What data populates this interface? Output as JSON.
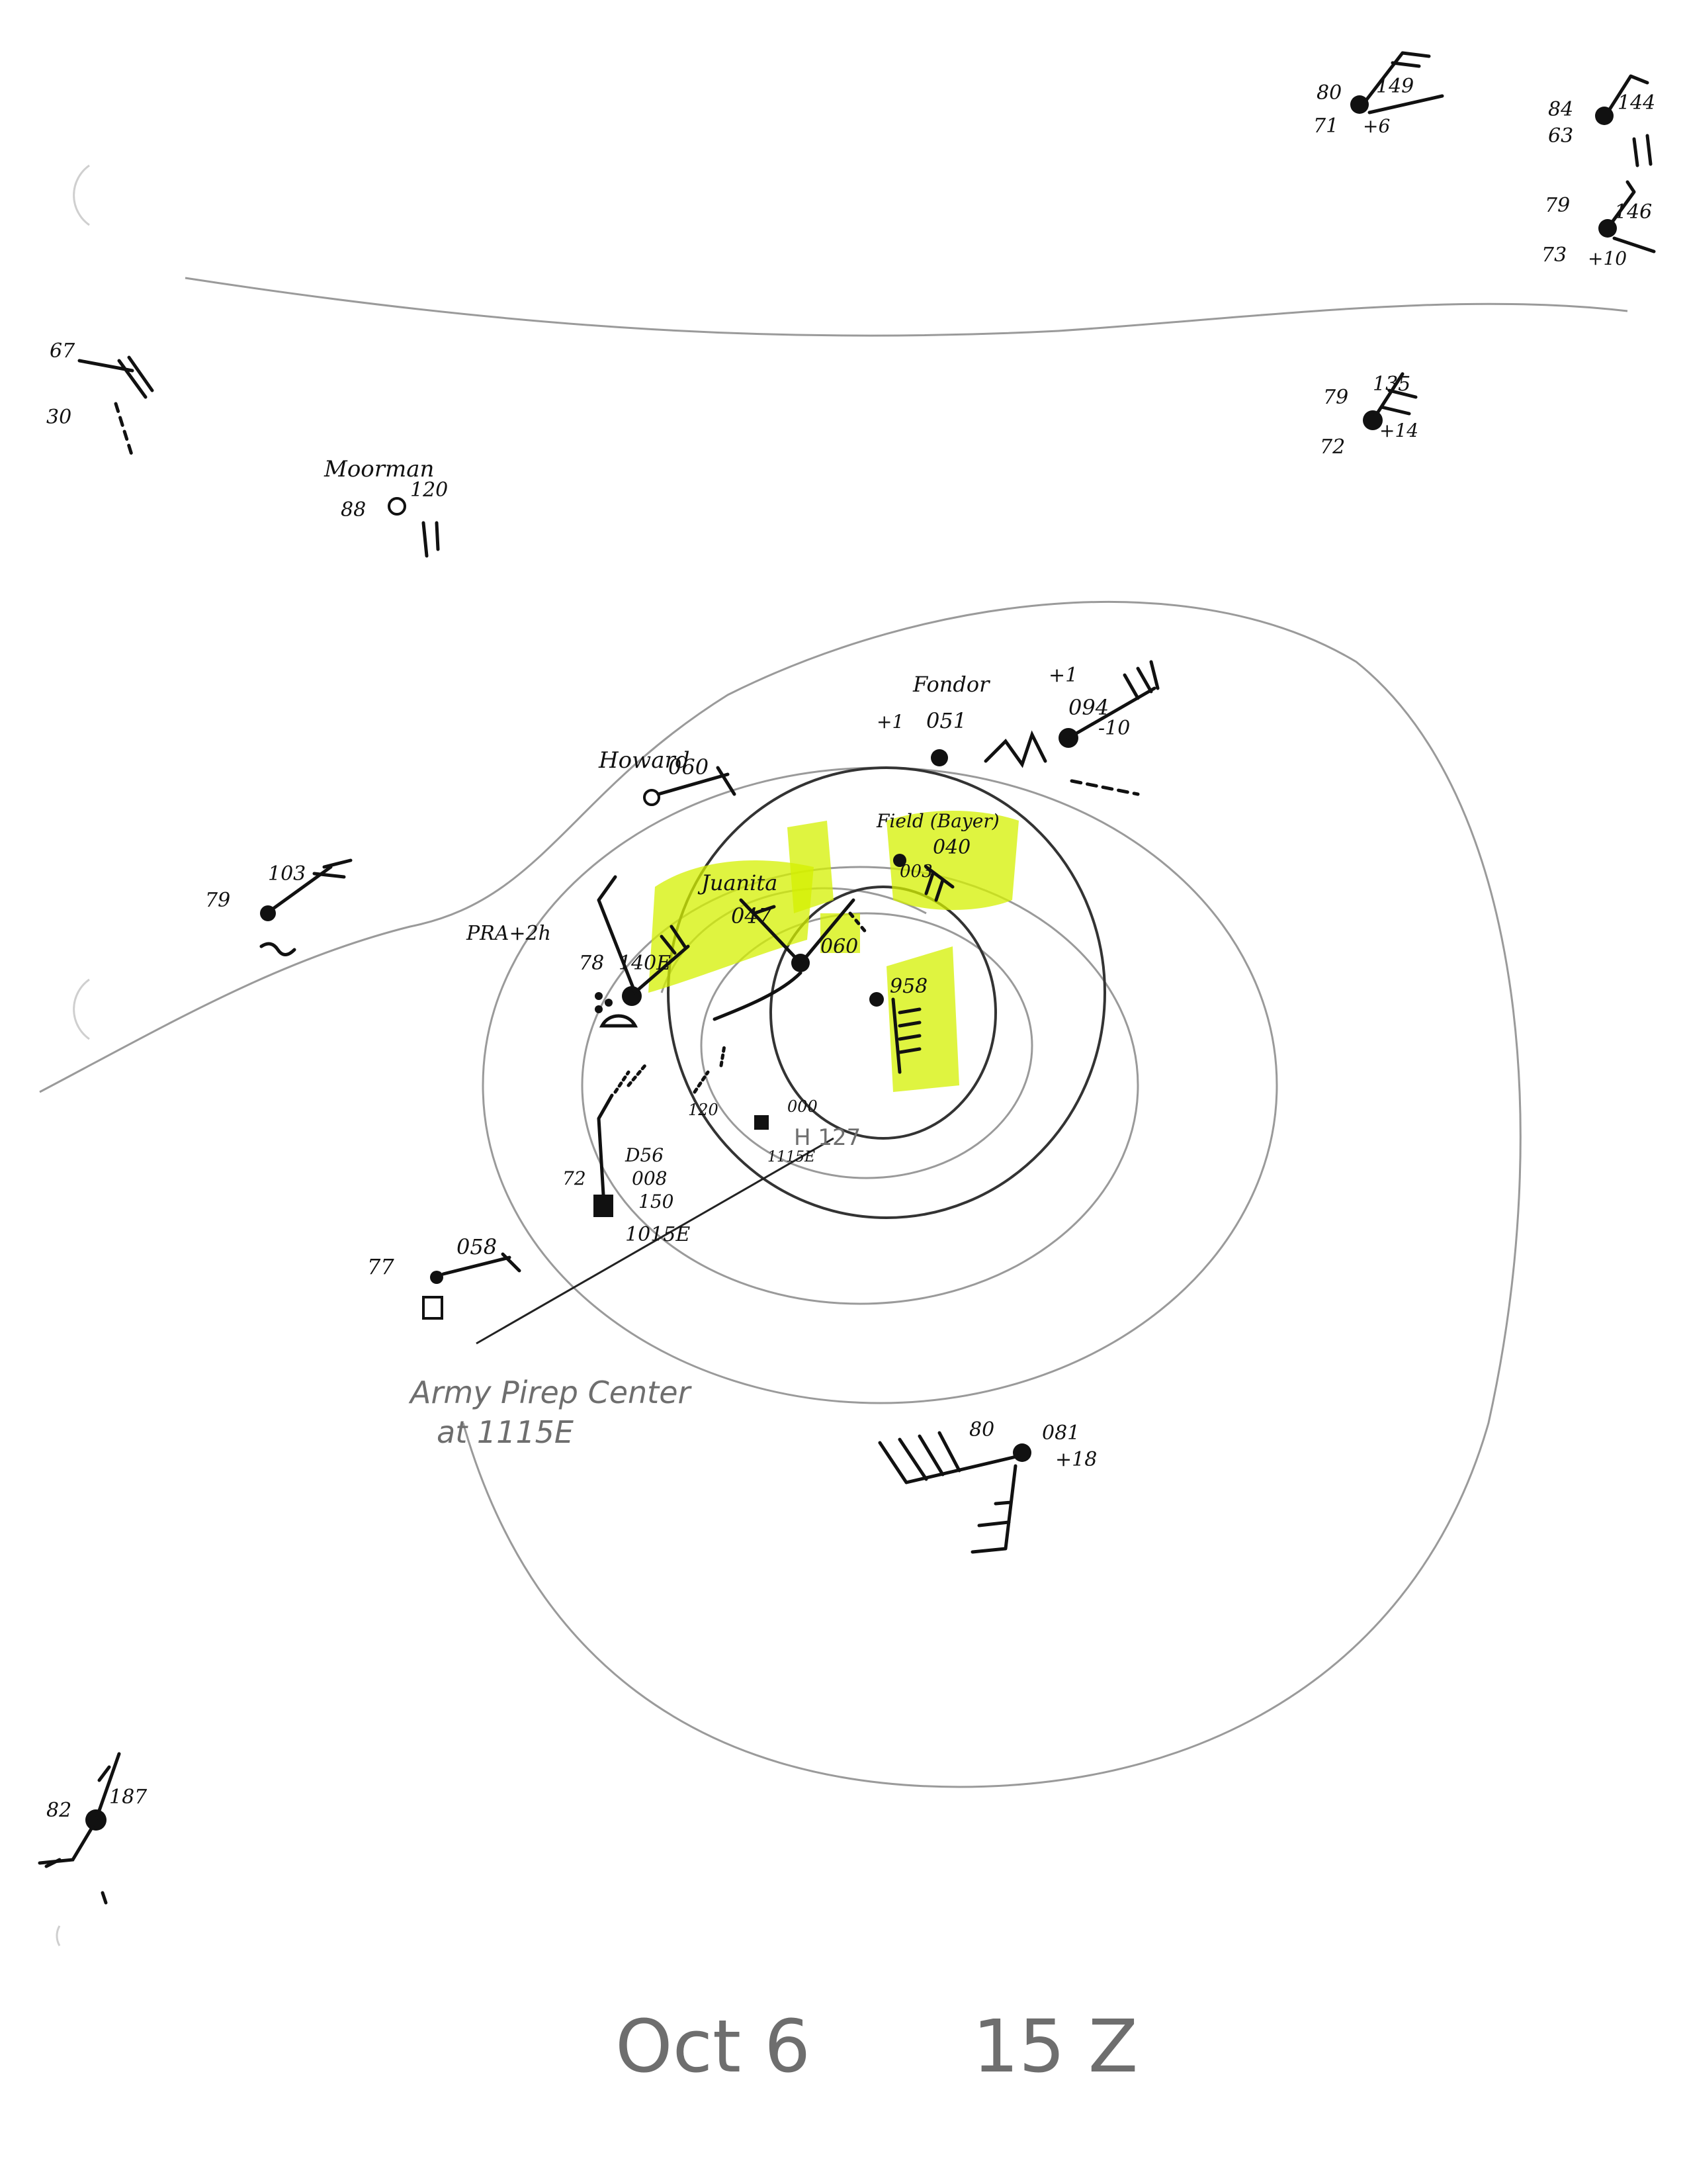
{
  "caption": {
    "date": "Oct 6",
    "time": "15 Z"
  },
  "annotation": {
    "line1": "Army Pirep Center",
    "line2": "at 1115E"
  },
  "center_label": "H 127",
  "colors": {
    "ink": "#111111",
    "pencil": "#9a9a9a",
    "highlight": "#d4f000"
  },
  "stations": [
    {
      "id": "ne1",
      "name": "",
      "temp": "80",
      "dew": "71",
      "pressure": "149",
      "tendency": "+6"
    },
    {
      "id": "ne2",
      "name": "",
      "temp": "84",
      "dew": "63",
      "pressure": "144",
      "tendency": ""
    },
    {
      "id": "ne3",
      "name": "",
      "temp": "79",
      "dew": "73",
      "pressure": "146",
      "tendency": "+10"
    },
    {
      "id": "ne4",
      "name": "",
      "temp": "79",
      "dew": "72",
      "pressure": "135",
      "tendency": "+14"
    },
    {
      "id": "nw1",
      "name": "",
      "temp": "67",
      "dew": "30",
      "pressure": "",
      "tendency": ""
    },
    {
      "id": "nw2",
      "name": "Moorman",
      "temp": "88",
      "dew": "",
      "pressure": "120",
      "tendency": ""
    },
    {
      "id": "howard",
      "name": "Howard",
      "temp": "",
      "dew": "",
      "pressure": "060",
      "tendency": ""
    },
    {
      "id": "fndr",
      "name": "Fondor",
      "temp": "",
      "dew": "",
      "pressure": "051",
      "tendency": "+1"
    },
    {
      "id": "e1",
      "name": "",
      "temp": "",
      "dew": "",
      "pressure": "094",
      "tendency": "-10"
    },
    {
      "id": "w1",
      "name": "",
      "temp": "79",
      "dew": "",
      "pressure": "103",
      "tendency": ""
    },
    {
      "id": "juanita",
      "name": "Juanita",
      "temp": "",
      "dew": "",
      "pressure": "047",
      "tendency": ""
    },
    {
      "id": "pra",
      "name": "PRA+2h",
      "temp": "78",
      "dew": "",
      "pressure": "140E",
      "tendency": ""
    },
    {
      "id": "c1",
      "name": "",
      "temp": "",
      "dew": "",
      "pressure": "060",
      "tendency": ""
    },
    {
      "id": "c2",
      "name": "",
      "temp": "",
      "dew": "",
      "pressure": "958",
      "tendency": ""
    },
    {
      "id": "c3",
      "name": "Field (Bayer)",
      "temp": "",
      "dew": "",
      "pressure": "040",
      "tendency": ""
    },
    {
      "id": "c4",
      "name": "",
      "temp": "",
      "dew": "",
      "pressure": "003",
      "tendency": ""
    },
    {
      "id": "s1",
      "name": "",
      "temp": "72",
      "dew": "",
      "pressure": "008",
      "tendency": ""
    },
    {
      "id": "s2",
      "name": "",
      "temp": "77",
      "dew": "",
      "pressure": "058",
      "tendency": ""
    },
    {
      "id": "se1",
      "name": "",
      "temp": "80",
      "dew": "",
      "pressure": "081",
      "tendency": "+18"
    },
    {
      "id": "sw1",
      "name": "",
      "temp": "82",
      "dew": "",
      "pressure": "187",
      "tendency": ""
    }
  ],
  "notes": [
    {
      "id": "d56",
      "text": "D56"
    },
    {
      "id": "t1015",
      "text": "1015E"
    },
    {
      "id": "t1150",
      "text": "150"
    },
    {
      "id": "t120",
      "text": "120"
    },
    {
      "id": "t000",
      "text": "000"
    },
    {
      "id": "t1115",
      "text": "1115E"
    },
    {
      "id": "n2",
      "text": "+1"
    }
  ]
}
